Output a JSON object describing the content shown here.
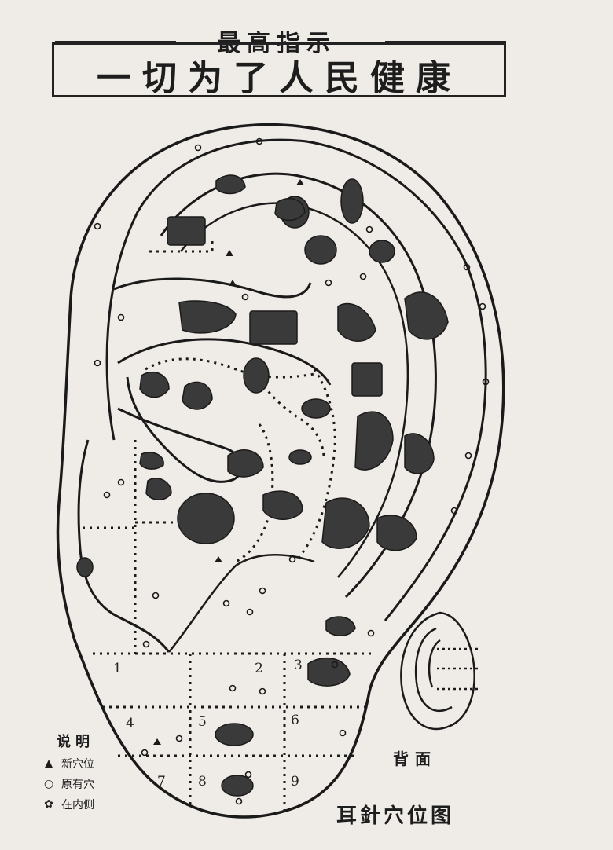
{
  "header": {
    "directive": "最高指示",
    "slogan": "一切为了人民健康"
  },
  "regions": {
    "lobe_numbers": [
      "1",
      "2",
      "3",
      "4",
      "5",
      "6",
      "7",
      "8",
      "9"
    ]
  },
  "back_view": {
    "label": "背面"
  },
  "legend": {
    "title": "说明",
    "items": [
      {
        "symbol": "▲",
        "text": "新穴位"
      },
      {
        "symbol": "○",
        "text": "原有穴"
      },
      {
        "symbol": "✿",
        "text": "在内侧"
      }
    ]
  },
  "chart_title": "耳針穴位图"
}
